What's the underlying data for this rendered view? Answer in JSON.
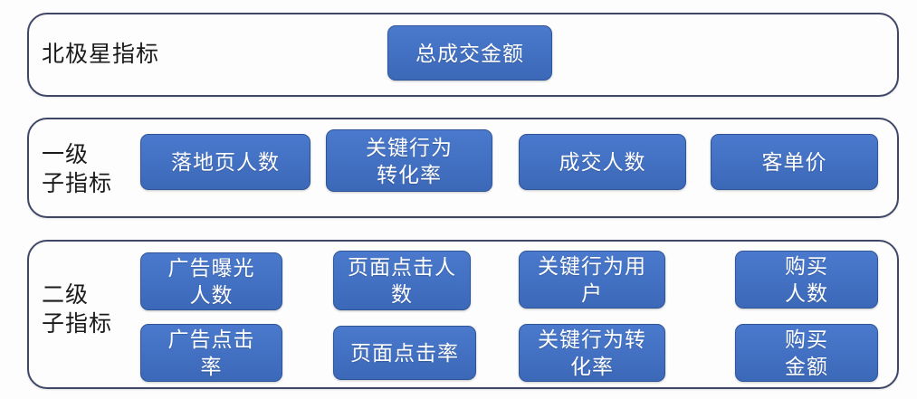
{
  "colors": {
    "chip_fill": "#4472c4",
    "chip_fill_light": "#4a79cd",
    "chip_border": "#2f5597",
    "band_border": "#3f4666",
    "background": "#fdfdfd",
    "label_text": "#1a1a1a",
    "chip_text": "#ffffff"
  },
  "rows": [
    {
      "label": "北极星指标",
      "chips": [
        {
          "text": "总成交金额"
        }
      ]
    },
    {
      "label": "一级\n子指标",
      "chips": [
        {
          "text": "落地页人数"
        },
        {
          "text": "关键行为\n转化率"
        },
        {
          "text": "成交人数"
        },
        {
          "text": "客单价"
        }
      ]
    },
    {
      "label": "二级\n子指标",
      "chips_top": [
        {
          "text": "广告曝光\n人数"
        },
        {
          "text": "页面点击人\n数"
        },
        {
          "text": "关键行为用\n户"
        },
        {
          "text": "购买\n人数"
        }
      ],
      "chips_bottom": [
        {
          "text": "广告点击\n率"
        },
        {
          "text": "页面点击率"
        },
        {
          "text": "关键行为转\n化率"
        },
        {
          "text": "购买\n金额"
        }
      ]
    }
  ]
}
